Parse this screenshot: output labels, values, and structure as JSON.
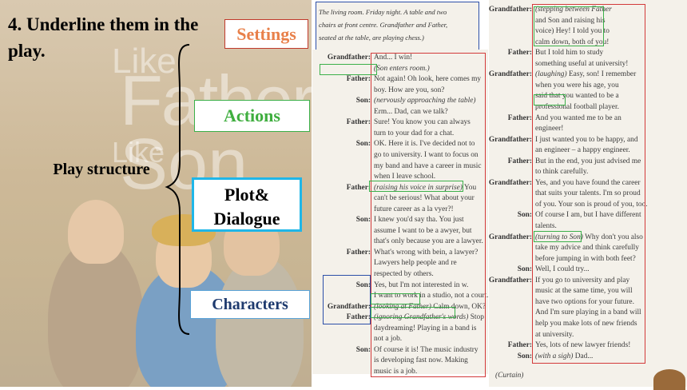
{
  "task": {
    "title": "4. Underline them in the play."
  },
  "structure": {
    "label": "Play structure",
    "categories": {
      "settings": "Settings",
      "actions": "Actions",
      "plot": "Plot& Dialogue",
      "characters": "Characters"
    }
  },
  "illustration": {
    "title_words": [
      "Like",
      "Father,",
      "Like",
      "Son"
    ]
  },
  "script": {
    "setting_text": [
      "The living room. Friday night. A table and two",
      "chairs at front centre. Grandfather and Father,",
      "seated at the table, are playing chess.)"
    ],
    "left_column": [
      {
        "speaker": "Grandfather:",
        "text": "And... I win!"
      },
      {
        "speaker": "",
        "text": "(Son enters room.)"
      },
      {
        "speaker": "Father:",
        "text": "Not again! Oh look, here comes my"
      },
      {
        "speaker": "",
        "text": "boy. How are you, son?"
      },
      {
        "speaker": "Son:",
        "text": "(nervously approaching the table)"
      },
      {
        "speaker": "",
        "text": "Erm... Dad, can we talk?"
      },
      {
        "speaker": "Father:",
        "text": "Sure! You know you can always"
      },
      {
        "speaker": "",
        "text": "turn to your dad for a chat."
      },
      {
        "speaker": "Son:",
        "text": "OK. Here it is. I've decided not to"
      },
      {
        "speaker": "",
        "text": "go to university. I want to focus on"
      },
      {
        "speaker": "",
        "text": "my band and have a career in music"
      },
      {
        "speaker": "",
        "text": "when I leave school."
      },
      {
        "speaker": "Father:",
        "text": "(raising his voice in surprise) You"
      },
      {
        "speaker": "",
        "text": "can't be serious! What about your"
      },
      {
        "speaker": "",
        "text": "future career as a la vyer?!"
      },
      {
        "speaker": "Son:",
        "text": "I knew you'd say tha. You just"
      },
      {
        "speaker": "",
        "text": "assume I want to be a  awyer, but"
      },
      {
        "speaker": "",
        "text": "that's only because you  are a lawyer."
      },
      {
        "speaker": "Father:",
        "text": "What's wrong with bein,  a lawyer?"
      },
      {
        "speaker": "",
        "text": "Lawyers help people and  re"
      },
      {
        "speaker": "",
        "text": "respected by others."
      },
      {
        "speaker": "Son:",
        "text": "Yes, but I'm not interested in  w."
      },
      {
        "speaker": "",
        "text": "I want to work in a studio, not a court."
      },
      {
        "speaker": "Grandfather:",
        "text": "(looking at Father) Calm down, OK?"
      },
      {
        "speaker": "Father:",
        "text": "(ignoring Grandfather's words) Stop"
      },
      {
        "speaker": "",
        "text": "daydreaming! Playing in a band is"
      },
      {
        "speaker": "",
        "text": "not a job."
      },
      {
        "speaker": "Son:",
        "text": "Of course it is! The music industry"
      },
      {
        "speaker": "",
        "text": "is developing fast now. Making"
      },
      {
        "speaker": "",
        "text": "music is a job."
      }
    ],
    "right_column": [
      {
        "speaker": "Grandfather:",
        "text": "(stepping between Father"
      },
      {
        "speaker": "",
        "text": "and Son and raising his"
      },
      {
        "speaker": "",
        "text": "voice) Hey! I told you to"
      },
      {
        "speaker": "",
        "text": "calm down, both of you!"
      },
      {
        "speaker": "Father:",
        "text": "But I told him to study"
      },
      {
        "speaker": "",
        "text": "something useful at university!"
      },
      {
        "speaker": "Grandfather:",
        "text": "(laughing) Easy, son! I remember"
      },
      {
        "speaker": "",
        "text": "when you were his age, you"
      },
      {
        "speaker": "",
        "text": "said that you wanted to be a"
      },
      {
        "speaker": "",
        "text": "professional football player."
      },
      {
        "speaker": "Father:",
        "text": "And you wanted me to be an"
      },
      {
        "speaker": "",
        "text": "engineer!"
      },
      {
        "speaker": "Grandfather:",
        "text": "I just wanted you to be happy, and"
      },
      {
        "speaker": "",
        "text": "an engineer – a happy engineer."
      },
      {
        "speaker": "Father:",
        "text": "But in the end, you just advised me"
      },
      {
        "speaker": "",
        "text": "to think carefully."
      },
      {
        "speaker": "Grandfather:",
        "text": "Yes, and you have found the career"
      },
      {
        "speaker": "",
        "text": "that suits your talents. I'm so proud"
      },
      {
        "speaker": "",
        "text": "of you. Your son is proud of you, too."
      },
      {
        "speaker": "Son:",
        "text": "Of course I am, but I have different"
      },
      {
        "speaker": "",
        "text": "talents."
      },
      {
        "speaker": "Grandfather:",
        "text": "(turning to Son) Why don't you also"
      },
      {
        "speaker": "",
        "text": "take my advice and think carefully"
      },
      {
        "speaker": "",
        "text": "before jumping in with both feet?"
      },
      {
        "speaker": "Son:",
        "text": "Well, I could try..."
      },
      {
        "speaker": "Grandfather:",
        "text": "If you go to university and play"
      },
      {
        "speaker": "",
        "text": "music at the same time, you will"
      },
      {
        "speaker": "",
        "text": "have two options for your future."
      },
      {
        "speaker": "",
        "text": "And I'm sure playing in a band will"
      },
      {
        "speaker": "",
        "text": "help you make lots of new friends"
      },
      {
        "speaker": "",
        "text": "at university."
      },
      {
        "speaker": "Father:",
        "text": "Yes, lots of new lawyer friends!"
      },
      {
        "speaker": "Son:",
        "text": "(with a sigh) Dad..."
      }
    ],
    "curtain": "(Curtain)"
  },
  "colors": {
    "settings_border": "#c0392b",
    "settings_text": "#e8804a",
    "actions": "#3cb04a",
    "plot_border": "#1fb6e8",
    "characters_border": "#5aa3d8",
    "characters_text": "#1e3a6e"
  }
}
